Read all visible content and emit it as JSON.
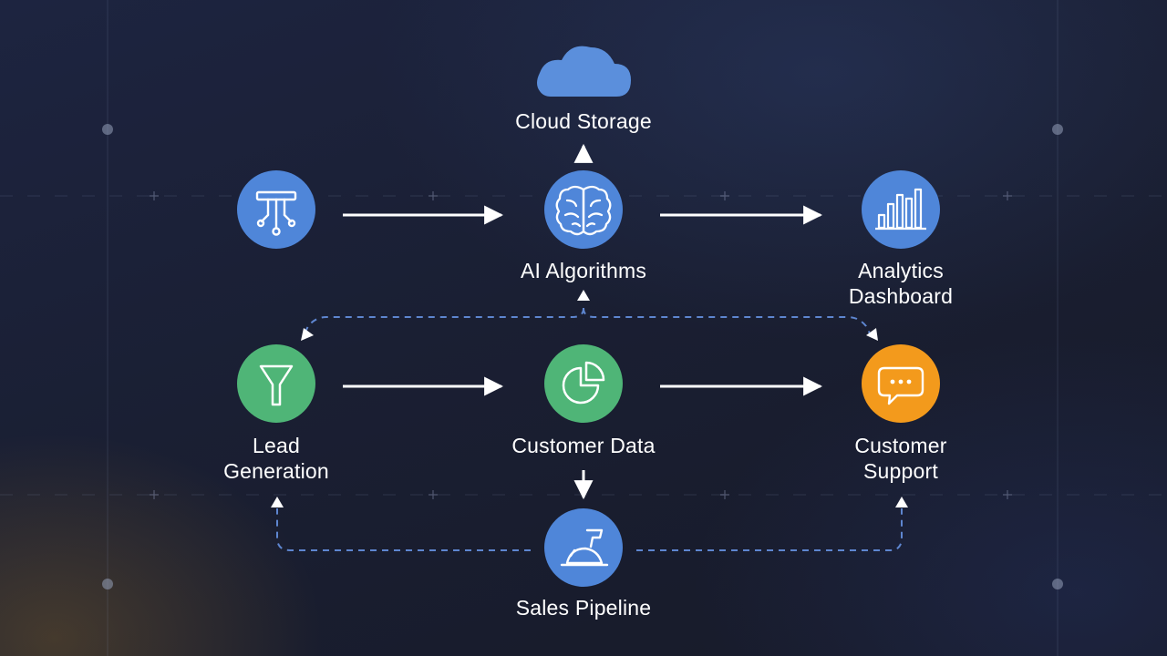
{
  "nodes": {
    "cloud_storage": {
      "label": "Cloud Storage"
    },
    "ai_algorithms": {
      "label": "AI Algorithms"
    },
    "analytics_dashboard": {
      "label_line1": "Analytics",
      "label_line2": "Dashboard"
    },
    "lead_generation": {
      "label_line1": "Lead",
      "label_line2": "Generation"
    },
    "customer_data": {
      "label": "Customer Data"
    },
    "customer_support": {
      "label_line1": "Customer",
      "label_line2": "Support"
    },
    "sales_pipeline": {
      "label": "Sales Pipeline"
    }
  },
  "icons": {
    "cloud": "cloud-icon",
    "data_source": "data-source-icon",
    "brain": "brain-icon",
    "bar_chart": "bar-chart-icon",
    "funnel": "funnel-icon",
    "pie_chart": "pie-chart-icon",
    "chat": "chat-icon",
    "pipeline": "pipeline-icon"
  },
  "colors": {
    "blue_node": "#4f86d9",
    "green_node": "#4fb577",
    "orange_node": "#f39a1c",
    "cloud": "#5b8fdc",
    "arrow": "#ffffff",
    "dashed_link": "#5e86d0"
  }
}
